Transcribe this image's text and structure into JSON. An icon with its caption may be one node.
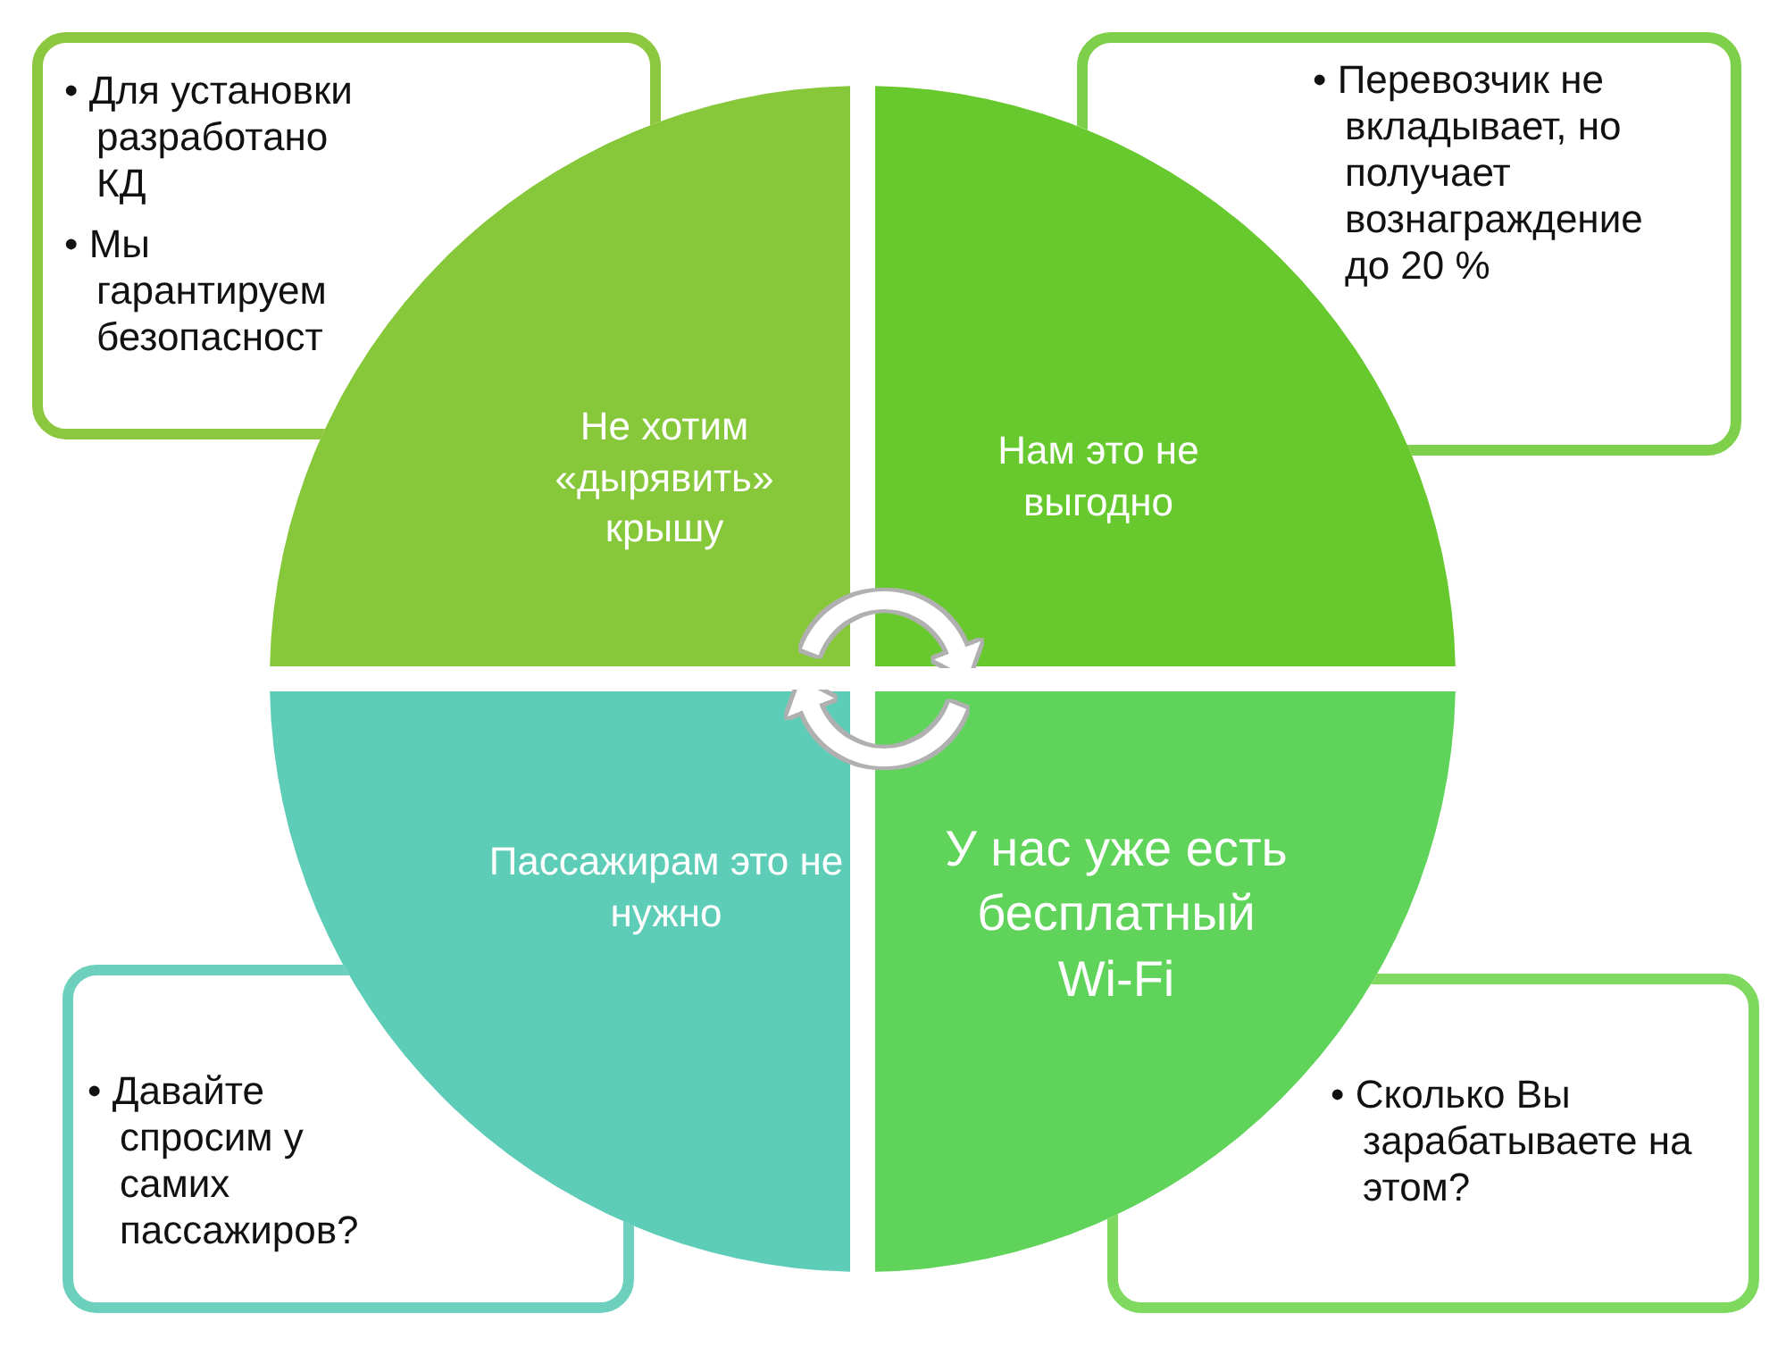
{
  "diagram": {
    "nodes": [
      {
        "text": [
          "• Для установки разработано КД",
          "• Мы гарантируем безопасност"
        ]
      },
      {
        "text": [
          "• Перевозчик не вкладывает, но получает вознаграждение до 20 %"
        ]
      },
      {
        "text": [
          "Не хотим «дырявить» крышу"
        ]
      },
      {
        "text": [
          "Нам это не выгодно"
        ]
      },
      {
        "text": [
          "Пассажирам это не нужно"
        ]
      },
      {
        "text": [
          "У нас уже есть бесплатный Wi-Fi"
        ]
      },
      {
        "text": [
          "• Давайте спросим у самих пассажиров?"
        ]
      },
      {
        "text": [
          "• Сколько Вы зарабатываете на этом?"
        ]
      }
    ],
    "edges": [
      {
        "from": 2,
        "to": 3,
        "arrow": "to"
      },
      {
        "from": 5,
        "to": 4,
        "arrow": "to"
      }
    ]
  }
}
